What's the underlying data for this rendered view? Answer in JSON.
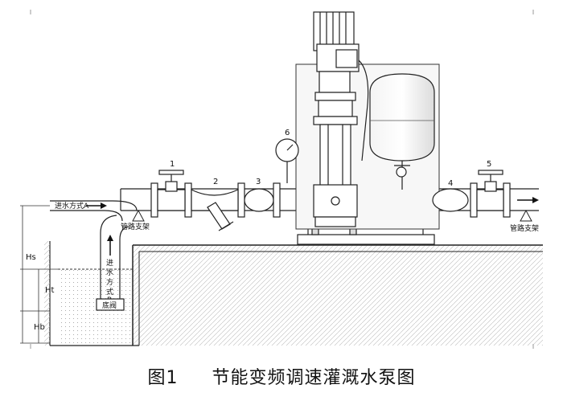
{
  "caption": {
    "figure_number": "图1",
    "title": "节能变频调速灌溉水泵图"
  },
  "labels": {
    "inlet_a": "进水方式A",
    "inlet_b_chars": [
      "进",
      "水",
      "方",
      "式",
      "B"
    ],
    "foot_valve": "底阀",
    "pipe_support_left": "管路支架",
    "pipe_support_right": "管路支架",
    "hs": "Hs",
    "ht": "Ht",
    "hb": "Hb",
    "n1": "1",
    "n2": "2",
    "n3": "3",
    "n4": "4",
    "n5": "5",
    "n6": "6"
  }
}
